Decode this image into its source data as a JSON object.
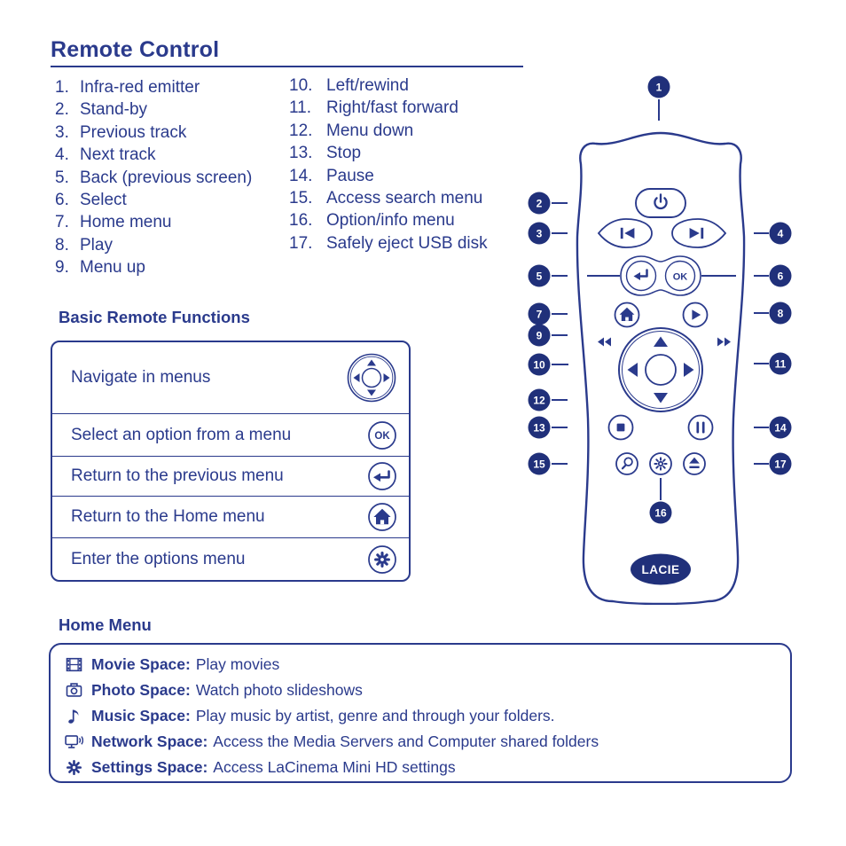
{
  "page": {
    "title": "Remote Control",
    "accent_color": "#2a3a8c",
    "badge_color": "#20307a"
  },
  "parts": {
    "col1": [
      {
        "num": "1.",
        "label": "Infra-red emitter"
      },
      {
        "num": "2.",
        "label": "Stand-by"
      },
      {
        "num": "3.",
        "label": "Previous track"
      },
      {
        "num": "4.",
        "label": "Next track"
      },
      {
        "num": "5.",
        "label": "Back (previous screen)"
      },
      {
        "num": "6.",
        "label": "Select"
      },
      {
        "num": "7.",
        "label": "Home menu"
      },
      {
        "num": "8.",
        "label": "Play"
      },
      {
        "num": "9.",
        "label": "Menu up"
      }
    ],
    "col2": [
      {
        "num": "10.",
        "label": "Left/rewind"
      },
      {
        "num": "11.",
        "label": "Right/fast forward"
      },
      {
        "num": "12.",
        "label": "Menu down"
      },
      {
        "num": "13.",
        "label": "Stop"
      },
      {
        "num": "14.",
        "label": "Pause"
      },
      {
        "num": "15.",
        "label": "Access search menu"
      },
      {
        "num": "16.",
        "label": "Option/info menu"
      },
      {
        "num": "17.",
        "label": "Safely eject USB disk"
      }
    ]
  },
  "functions": {
    "heading": "Basic Remote Functions",
    "rows": [
      {
        "label": "Navigate in menus",
        "icon": "dpad-icon"
      },
      {
        "label": "Select an option from a menu",
        "icon": "ok-icon",
        "icon_label": "OK"
      },
      {
        "label": "Return to the previous menu",
        "icon": "back-icon"
      },
      {
        "label": "Return to the Home menu",
        "icon": "home-icon"
      },
      {
        "label": "Enter the options menu",
        "icon": "options-icon"
      }
    ]
  },
  "remote": {
    "callouts": [
      "1",
      "2",
      "3",
      "4",
      "5",
      "6",
      "7",
      "8",
      "9",
      "10",
      "11",
      "12",
      "13",
      "14",
      "15",
      "16",
      "17"
    ],
    "ok_label": "OK",
    "logo": "LACIE"
  },
  "home": {
    "heading": "Home Menu",
    "items": [
      {
        "icon": "movie-icon",
        "label": "Movie Space:",
        "description": "Play movies"
      },
      {
        "icon": "photo-icon",
        "label": "Photo Space:",
        "description": "Watch photo slideshows"
      },
      {
        "icon": "music-icon",
        "label": "Music Space:",
        "description": "Play music by artist, genre and through your folders."
      },
      {
        "icon": "network-icon",
        "label": "Network Space:",
        "description": "Access the Media Servers and Computer shared folders"
      },
      {
        "icon": "settings-icon",
        "label": "Settings Space:",
        "description": "Access LaCinema Mini HD settings"
      }
    ]
  }
}
